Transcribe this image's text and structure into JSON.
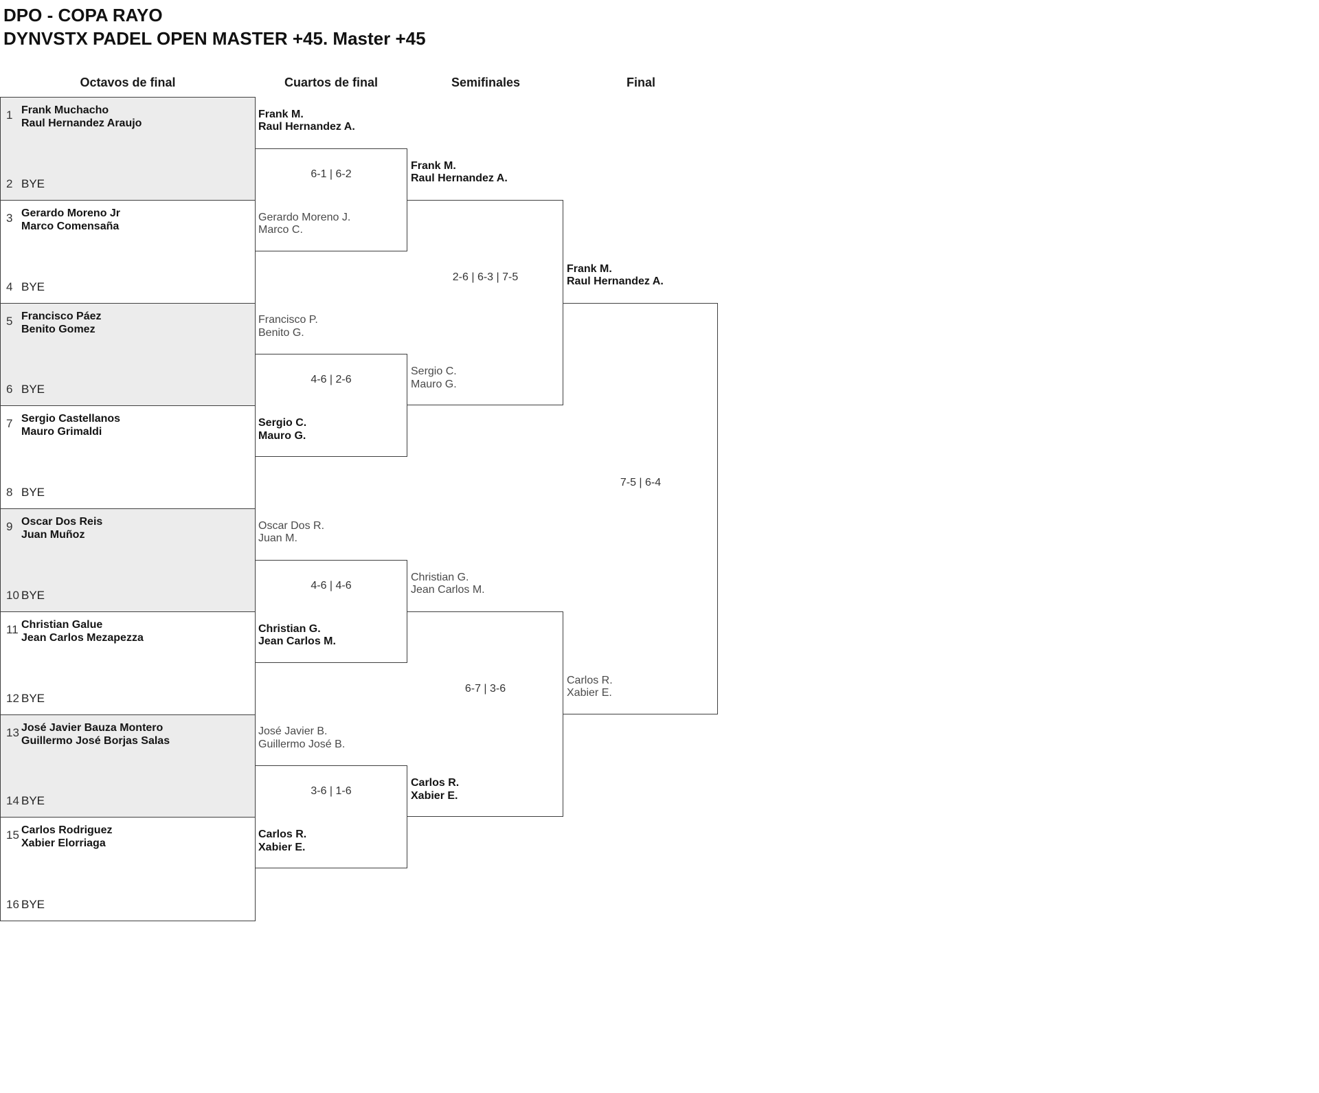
{
  "page": {
    "title_line1": "DPO - COPA RAYO",
    "title_line2": "DYNVSTX PADEL OPEN MASTER +45. Master +45"
  },
  "rounds": [
    {
      "name": "Octavos de final"
    },
    {
      "name": "Cuartos de final"
    },
    {
      "name": "Semifinales"
    },
    {
      "name": "Final"
    }
  ],
  "bracket": {
    "bye_label": "BYE",
    "octavos_slots": [
      {
        "seed": "1",
        "names": [
          "Frank Muchacho",
          "Raul Hernandez Araujo"
        ]
      },
      {
        "seed": "2",
        "names": null
      },
      {
        "seed": "3",
        "names": [
          "Gerardo Moreno Jr",
          "Marco Comensaña"
        ]
      },
      {
        "seed": "4",
        "names": null
      },
      {
        "seed": "5",
        "names": [
          "Francisco Páez",
          "Benito Gomez"
        ]
      },
      {
        "seed": "6",
        "names": null
      },
      {
        "seed": "7",
        "names": [
          "Sergio Castellanos",
          "Mauro Grimaldi"
        ]
      },
      {
        "seed": "8",
        "names": null
      },
      {
        "seed": "9",
        "names": [
          "Oscar Dos Reis",
          "Juan Muñoz"
        ]
      },
      {
        "seed": "10",
        "names": null
      },
      {
        "seed": "11",
        "names": [
          "Christian Galue",
          "Jean Carlos Mezapezza"
        ]
      },
      {
        "seed": "12",
        "names": null
      },
      {
        "seed": "13",
        "names": [
          "José Javier Bauza Montero",
          "Guillermo José Borjas Salas"
        ]
      },
      {
        "seed": "14",
        "names": null
      },
      {
        "seed": "15",
        "names": [
          "Carlos Rodriguez",
          "Xabier Elorriaga"
        ]
      },
      {
        "seed": "16",
        "names": null
      }
    ],
    "cuartos": [
      {
        "team_a": {
          "names": [
            "Frank M.",
            "Raul Hernandez A."
          ],
          "winner": true
        },
        "team_b": {
          "names": [
            "Gerardo Moreno J.",
            "Marco C."
          ],
          "winner": false
        },
        "score": "6-1 | 6-2"
      },
      {
        "team_a": {
          "names": [
            "Francisco P.",
            "Benito G."
          ],
          "winner": false
        },
        "team_b": {
          "names": [
            "Sergio C.",
            "Mauro G."
          ],
          "winner": true
        },
        "score": "4-6 | 2-6"
      },
      {
        "team_a": {
          "names": [
            "Oscar Dos R.",
            "Juan M."
          ],
          "winner": false
        },
        "team_b": {
          "names": [
            "Christian G.",
            "Jean Carlos M."
          ],
          "winner": true
        },
        "score": "4-6 | 4-6"
      },
      {
        "team_a": {
          "names": [
            "José Javier B.",
            "Guillermo José B."
          ],
          "winner": false
        },
        "team_b": {
          "names": [
            "Carlos R.",
            "Xabier E."
          ],
          "winner": true
        },
        "score": "3-6 | 1-6"
      }
    ],
    "semifinales": [
      {
        "team_a": {
          "names": [
            "Frank M.",
            "Raul Hernandez A."
          ],
          "winner": true
        },
        "team_b": {
          "names": [
            "Sergio C.",
            "Mauro G."
          ],
          "winner": false
        },
        "score": "2-6 | 6-3 | 7-5"
      },
      {
        "team_a": {
          "names": [
            "Christian G.",
            "Jean Carlos M."
          ],
          "winner": false
        },
        "team_b": {
          "names": [
            "Carlos R.",
            "Xabier E."
          ],
          "winner": true
        },
        "score": "6-7 | 3-6"
      }
    ],
    "final": [
      {
        "team_a": {
          "names": [
            "Frank M.",
            "Raul Hernandez A."
          ],
          "winner": true
        },
        "team_b": {
          "names": [
            "Carlos R.",
            "Xabier E."
          ],
          "winner": false
        },
        "score": "7-5 | 6-4"
      }
    ]
  },
  "colors": {
    "line": "#3f3f3f",
    "shaded_slot": "#ececec",
    "winner_text": "#141414",
    "loser_text": "#4a4a4a",
    "score_text": "#333333"
  }
}
